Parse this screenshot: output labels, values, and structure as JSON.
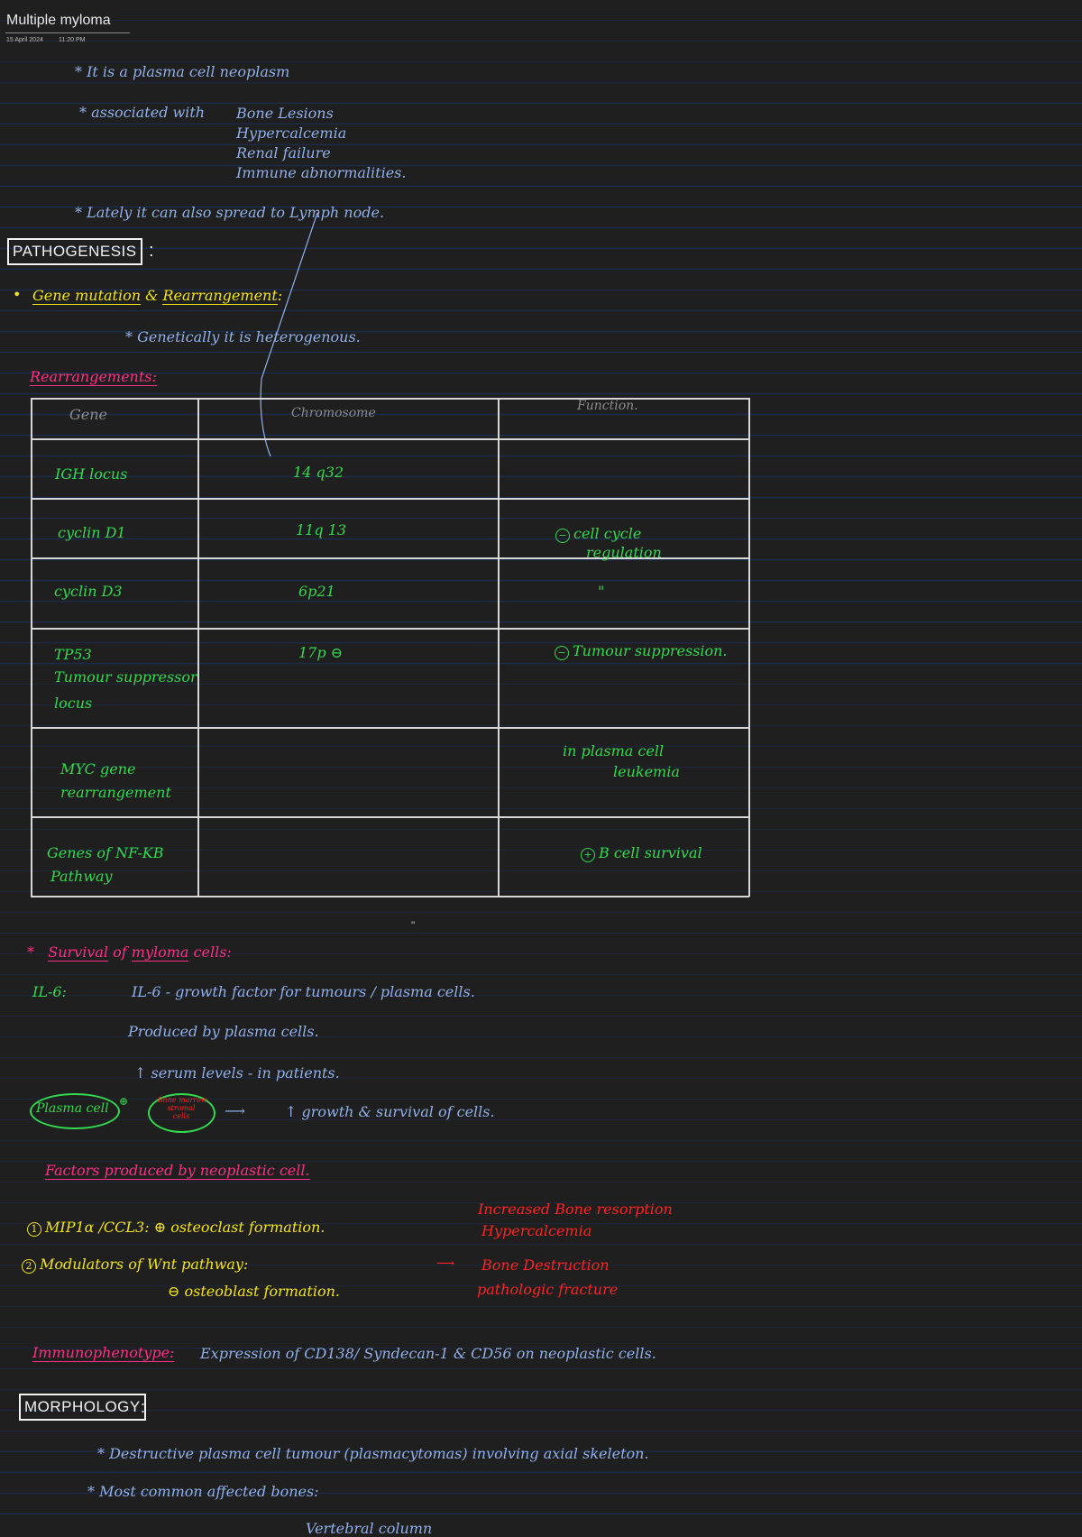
{
  "note": {
    "title": "Multiple myloma",
    "date": "15 April 2024",
    "time": "11:20 PM"
  },
  "intro": {
    "line1": "* It is a plasma cell neoplasm",
    "line2_prefix": "* associated with",
    "assoc": [
      "Bone Lesions",
      "Hypercalcemia",
      "Renal failure",
      "Immune abnormalities."
    ],
    "line3": "* Lately it can also spread to Lymph node."
  },
  "pathogenesis": {
    "heading": "PATHOGENESIS",
    "colon": ":",
    "bullet": "•",
    "gene_mutation": "Gene mutation",
    "and": "&",
    "rearrangement": "Rearrangement",
    "genetics": "* Genetically it is heterogenous.",
    "rearrangements_label": "Rearrangements:"
  },
  "table": {
    "headers": [
      "Gene",
      "Chromosome",
      "Function."
    ],
    "rows": [
      {
        "gene": [
          "IGH locus"
        ],
        "chromosome": "14 q32",
        "function_sign": "",
        "function": []
      },
      {
        "gene": [
          "cyclin D1"
        ],
        "chromosome": "11q 13",
        "function_sign": "−",
        "function": [
          "cell cycle",
          "regulation"
        ]
      },
      {
        "gene": [
          "cyclin D3"
        ],
        "chromosome": "6p21",
        "function_sign": "",
        "function": [
          "\""
        ]
      },
      {
        "gene": [
          "TP53",
          "Tumour suppressor",
          "locus"
        ],
        "chromosome": "17p ⊖",
        "function_sign": "−",
        "function": [
          "Tumour suppression."
        ]
      },
      {
        "gene": [
          "MYC gene",
          "rearrangement"
        ],
        "chromosome": "",
        "function_sign": "",
        "function": [
          "in plasma cell",
          "leukemia"
        ]
      },
      {
        "gene": [
          "Genes of NF-KB",
          "Pathway"
        ],
        "chromosome": "",
        "function_sign": "+",
        "function": [
          "B cell survival"
        ]
      }
    ],
    "separator": "\""
  },
  "survival": {
    "heading_star": "*",
    "heading_a": "Survival",
    "heading_of": "of",
    "heading_b": "myloma",
    "heading_c": "cells:",
    "il6_label": "IL-6:",
    "line1": "IL-6 - growth factor for tumours / plasma cells.",
    "line2": "Produced by plasma cells.",
    "line3": "↑ serum levels - in patients.",
    "plasma_cell": "Plasma cell",
    "bone_marrow": [
      "Bone marrow",
      "stromal",
      "cells"
    ],
    "arrow_result": "↑ growth & survival of cells."
  },
  "factors": {
    "heading": "Factors produced by neoplastic cell.",
    "item1_num": "1",
    "item1": "MIP1α /CCL3: ⊕ osteoclast formation.",
    "item2_num": "2",
    "item2_a": "Modulators of Wnt pathway:",
    "item2_b": "⊖ osteoblast formation.",
    "effects": [
      "Increased Bone resorption",
      "Hypercalcemia",
      "Bone Destruction",
      "pathologic fracture"
    ]
  },
  "immunophenotype": {
    "label": "Immunophenotype:",
    "text": "Expression of CD138/ Syndecan-1 & CD56 on neoplastic cells."
  },
  "morphology": {
    "heading": "MORPHOLOGY",
    "colon": ":",
    "line1": "* Destructive plasma cell tumour (plasmacytomas) involving axial skeleton.",
    "line2": "* Most common affected bones:",
    "line3": "Vertebral column"
  },
  "colors": {
    "background": "#1f1f1f",
    "blue_ink": "#8fb0ea",
    "green_ink": "#33d94f",
    "yellow_ink": "#f2e31d",
    "pink_ink": "#ff2f86",
    "red_ink": "#ff2323",
    "ruled_line": "#1d2b4a"
  }
}
